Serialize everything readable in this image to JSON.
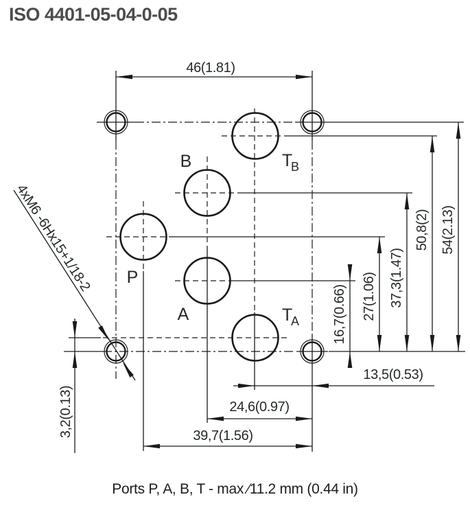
{
  "title": "ISO 4401-05-04-0-05",
  "caption": "Ports P, A, B, T - max ∕11.2 mm (0.44 in)",
  "thread_callout": "4xM6 -6Hx15+1/18-2",
  "ports": {
    "p": "P",
    "a": "A",
    "b": "B",
    "t_main": "T",
    "t_sub_a": "A",
    "t_sub_b": "B"
  },
  "dims": {
    "w46": "46(1.81)",
    "d3_2": "3,2(0.13)",
    "d13_5": "13,5(0.53)",
    "d24_6": "24,6(0.97)",
    "d39_7": "39,7(1.56)",
    "d16_7": "16,7(0.66)",
    "d27": "27(1.06)",
    "d37_3": "37,3(1.47)",
    "d50_8": "50,8(2)",
    "d54": "54(2.13)"
  },
  "colors": {
    "line": "#1a1a1a",
    "dim_text": "#25282c",
    "title_text": "#4c4c4c"
  }
}
